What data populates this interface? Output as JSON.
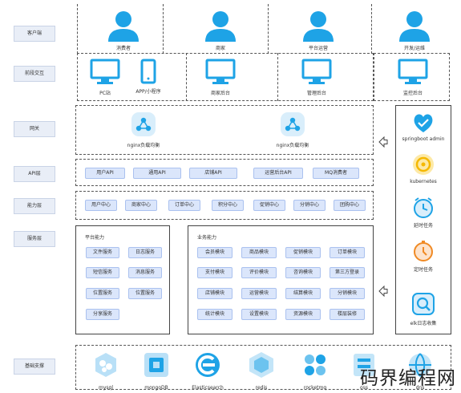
{
  "layers": [
    "客户端",
    "前段交互",
    "网关",
    "API层",
    "能力层",
    "服务层",
    "基础支撑"
  ],
  "clients": [
    "消费者",
    "商家",
    "平台运营",
    "开发/运维"
  ],
  "fronts": [
    "PC站",
    "APP/小程序",
    "商家后台",
    "管理后台",
    "监控后台"
  ],
  "gateway": [
    "nginx负载均衡",
    "nginx负载均衡"
  ],
  "apis": [
    "用户API",
    "通用API",
    "店铺API",
    "运营后台API",
    "MQ消费者"
  ],
  "capabilities": [
    "用户中心",
    "商家中心",
    "订单中心",
    "积分中心",
    "促销中心",
    "分销中心",
    "团购中心"
  ],
  "platform": {
    "title": "平台能力",
    "items": [
      "文件服务",
      "日志服务",
      "短信服务",
      "消息服务",
      "位置服务",
      "位置服务",
      "分享服务"
    ]
  },
  "business": {
    "title": "业务能力",
    "items": [
      "会员模块",
      "商品模块",
      "促销模块",
      "订单模块",
      "支付模块",
      "评价模块",
      "咨询模块",
      "第三方登录",
      "店铺模块",
      "运营模块",
      "结算模块",
      "分销模块",
      "统计模块",
      "设置模块",
      "资源模块",
      "楼层装修"
    ]
  },
  "ops": [
    "springboot admin",
    "kubernetes",
    "延时任务",
    "定时任务",
    "elk日志收集"
  ],
  "infra": [
    "mysql",
    "mongoDB",
    "Elasticsearch",
    "redis",
    "rocketmq",
    "oss",
    "dns"
  ],
  "watermark": "码界编程网",
  "colors": {
    "icon": "#1ea3e6",
    "pill": "#dbe6fb",
    "pill_border": "#aac1ef",
    "side": "#e9eef7"
  }
}
